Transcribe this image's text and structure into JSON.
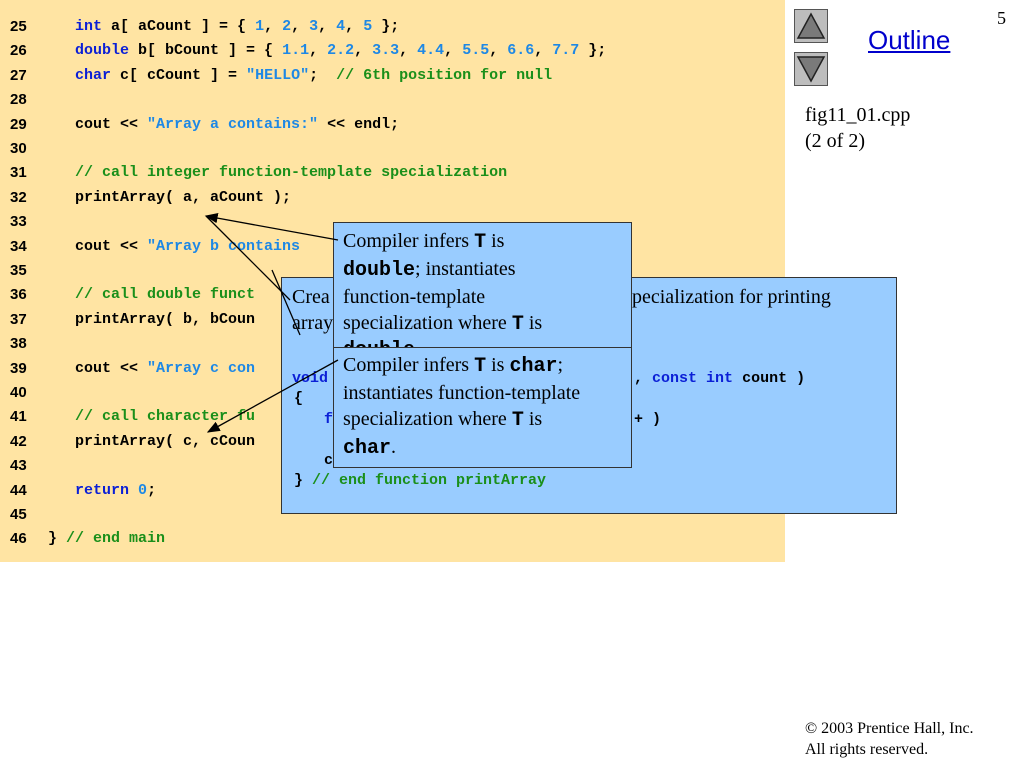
{
  "slide_number": "5",
  "outline_label": "Outline",
  "figure": {
    "name": "fig11_01.cpp",
    "part": "(2 of 2)"
  },
  "copyright": {
    "line1": "2003 Prentice Hall, Inc.",
    "line2": "All rights reserved.",
    "symbol": "©"
  },
  "nav": {
    "up": "up-arrow-icon",
    "down": "down-arrow-icon"
  },
  "colors": {
    "code_bg": "#ffe4a3",
    "box_bg": "#99ccff",
    "keyword": "#0b1fd6",
    "literal": "#1e88e5",
    "comment": "#1a8f1a"
  },
  "code_lines": [
    {
      "n": "25",
      "t": [
        [
          "   ",
          ""
        ],
        [
          "int",
          "kw"
        ],
        [
          " a[ aCount ] = { ",
          ""
        ],
        [
          "1",
          "num"
        ],
        [
          ", ",
          ""
        ],
        [
          "2",
          "num"
        ],
        [
          ", ",
          ""
        ],
        [
          "3",
          "num"
        ],
        [
          ", ",
          ""
        ],
        [
          "4",
          "num"
        ],
        [
          ", ",
          ""
        ],
        [
          "5",
          "num"
        ],
        [
          " };",
          ""
        ]
      ]
    },
    {
      "n": "26",
      "t": [
        [
          "   ",
          ""
        ],
        [
          "double",
          "kw"
        ],
        [
          " b[ bCount ] = { ",
          ""
        ],
        [
          "1.1",
          "num"
        ],
        [
          ", ",
          ""
        ],
        [
          "2.2",
          "num"
        ],
        [
          ", ",
          ""
        ],
        [
          "3.3",
          "num"
        ],
        [
          ", ",
          ""
        ],
        [
          "4.4",
          "num"
        ],
        [
          ", ",
          ""
        ],
        [
          "5.5",
          "num"
        ],
        [
          ", ",
          ""
        ],
        [
          "6.6",
          "num"
        ],
        [
          ", ",
          ""
        ],
        [
          "7.7",
          "num"
        ],
        [
          " };",
          ""
        ]
      ]
    },
    {
      "n": "27",
      "t": [
        [
          "   ",
          ""
        ],
        [
          "char",
          "kw"
        ],
        [
          " c[ cCount ] = ",
          ""
        ],
        [
          "\"HELLO\"",
          "str"
        ],
        [
          ";  ",
          ""
        ],
        [
          "// 6th position for null",
          "cm"
        ]
      ]
    },
    {
      "n": "28",
      "t": []
    },
    {
      "n": "29",
      "t": [
        [
          "   cout << ",
          ""
        ],
        [
          "\"Array a contains:\"",
          "str"
        ],
        [
          " << endl;",
          ""
        ]
      ]
    },
    {
      "n": "30",
      "t": []
    },
    {
      "n": "31",
      "t": [
        [
          "   ",
          ""
        ],
        [
          "// call integer function-template specialization",
          "cm"
        ]
      ]
    },
    {
      "n": "32",
      "t": [
        [
          "   printArray( a, aCount );",
          ""
        ]
      ]
    },
    {
      "n": "33",
      "t": []
    },
    {
      "n": "34",
      "t": [
        [
          "   cout << ",
          ""
        ],
        [
          "\"Array b contains",
          "str"
        ]
      ]
    },
    {
      "n": "35",
      "t": []
    },
    {
      "n": "36",
      "t": [
        [
          "   ",
          ""
        ],
        [
          "// call double funct",
          "cm"
        ]
      ]
    },
    {
      "n": "37",
      "t": [
        [
          "   printArray( b, bCoun",
          ""
        ]
      ]
    },
    {
      "n": "38",
      "t": []
    },
    {
      "n": "39",
      "t": [
        [
          "   cout << ",
          ""
        ],
        [
          "\"Array c con",
          "str"
        ]
      ]
    },
    {
      "n": "40",
      "t": []
    },
    {
      "n": "41",
      "t": [
        [
          "   ",
          ""
        ],
        [
          "// call character fu",
          "cm"
        ]
      ]
    },
    {
      "n": "42",
      "t": [
        [
          "   printArray( c, cCoun",
          ""
        ]
      ]
    },
    {
      "n": "43",
      "t": []
    },
    {
      "n": "44",
      "t": [
        [
          "   ",
          ""
        ],
        [
          "return",
          "kw"
        ],
        [
          " ",
          ""
        ],
        [
          "0",
          "num"
        ],
        [
          ";",
          ""
        ]
      ]
    },
    {
      "n": "45",
      "t": []
    },
    {
      "n": "46",
      "t": [
        [
          "} ",
          ""
        ],
        [
          "// end main",
          "cm"
        ]
      ]
    }
  ],
  "big_box": {
    "text_left": "Crea",
    "text_right_1": "pecialization for printing",
    "text_left_2": "array",
    "code_void": "void",
    "code_params": [
      [
        ", ",
        ""
      ],
      [
        "const",
        "kw"
      ],
      [
        " ",
        ""
      ],
      [
        "int",
        "kw"
      ],
      [
        " count )",
        ""
      ]
    ],
    "code_brace_open": "{",
    "code_for": "f",
    "code_incr": "+ )",
    "code_c": "c",
    "code_brace_close": "} ",
    "code_end_comment": "// end function printArray"
  },
  "callout1": {
    "t1": "Compiler infers ",
    "t2": "T",
    "t3": " is",
    "t4": "double",
    "t5": "; instantiates",
    "t6": "function-template",
    "t7": "specialization where ",
    "t8": "T",
    "t9": " is",
    "t10": "double"
  },
  "callout2": {
    "t1": "Compiler infers ",
    "t2": "T",
    "t3": " is ",
    "t4": "char",
    "t5": ";",
    "t6": "instantiates function-template",
    "t7": "specialization where ",
    "t8": "T",
    "t9": " is",
    "t10": "char",
    "t11": "."
  }
}
